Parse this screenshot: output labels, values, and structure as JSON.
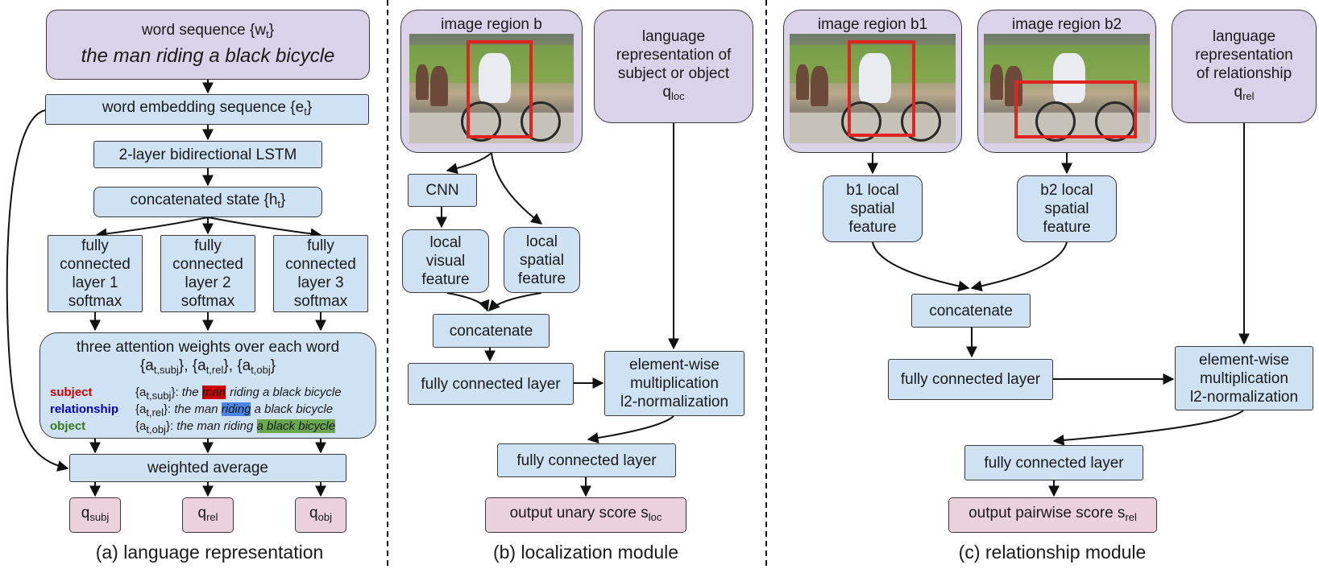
{
  "panel_a": {
    "word_seq_title": "word sequence {w",
    "word_seq_sub": "t",
    "word_seq_close": "}",
    "sentence": "the man riding a black bicycle",
    "embedding": "word embedding sequence {e",
    "embedding_sub": "t",
    "lstm": "2-layer bidirectional LSTM",
    "concat_state": "concatenated state {h",
    "concat_state_sub": "t",
    "fc": [
      {
        "l1": "fully",
        "l2": "connected",
        "l3": "layer 1",
        "l4": "softmax"
      },
      {
        "l1": "fully",
        "l2": "connected",
        "l3": "layer 2",
        "l4": "softmax"
      },
      {
        "l1": "fully",
        "l2": "connected",
        "l3": "layer 3",
        "l4": "softmax"
      }
    ],
    "attention_title": "three attention weights over each word",
    "attention_subs": [
      "t,subj",
      "t,rel",
      "t,obj"
    ],
    "rows": [
      {
        "label": "subject",
        "sub": "t,subj",
        "color": "#cc0000",
        "pre": "the ",
        "hl": "man",
        "post": " riding a black bicycle"
      },
      {
        "label": "relationship",
        "sub": "t,rel",
        "color": "#0000cc",
        "pre": "the man ",
        "hl": "riding",
        "post": " a black bicycle"
      },
      {
        "label": "object",
        "sub": "t,obj",
        "color": "#38761d",
        "pre": "the man riding ",
        "hl": "a black bicycle",
        "post": ""
      }
    ],
    "weighted_avg": "weighted average",
    "outputs": [
      {
        "q": "q",
        "sub": "subj"
      },
      {
        "q": "q",
        "sub": "rel"
      },
      {
        "q": "q",
        "sub": "obj"
      }
    ],
    "caption": "(a) language representation"
  },
  "panel_b": {
    "image_label": "image region b",
    "lang_l1": "language",
    "lang_l2": "representation of",
    "lang_l3": "subject or object",
    "lang_q": "q",
    "lang_q_sub": "loc",
    "cnn": "CNN",
    "local_visual": [
      "local",
      "visual",
      "feature"
    ],
    "local_spatial": [
      "local",
      "spatial",
      "feature"
    ],
    "concatenate": "concatenate",
    "fc_layer": "fully connected layer",
    "elementwise": [
      "element-wise",
      "multiplication",
      "l2-normalization"
    ],
    "fc_layer2": "fully connected layer",
    "output": "output unary score s",
    "output_sub": "loc",
    "caption": "(b) localization module"
  },
  "panel_c": {
    "image_b1": "image region b1",
    "image_b2": "image region b2",
    "lang": [
      "language",
      "representation",
      "of relationship"
    ],
    "lang_q": "q",
    "lang_q_sub": "rel",
    "b1_spatial": [
      "b1 local",
      "spatial",
      "feature"
    ],
    "b2_spatial": [
      "b2 local",
      "spatial",
      "feature"
    ],
    "concatenate": "concatenate",
    "fc_layer": "fully connected layer",
    "elementwise": [
      "element-wise",
      "multiplication",
      "l2-normalization"
    ],
    "fc_layer2": "fully connected layer",
    "output": "output pairwise score s",
    "output_sub": "rel",
    "caption": "(c) relationship module"
  }
}
